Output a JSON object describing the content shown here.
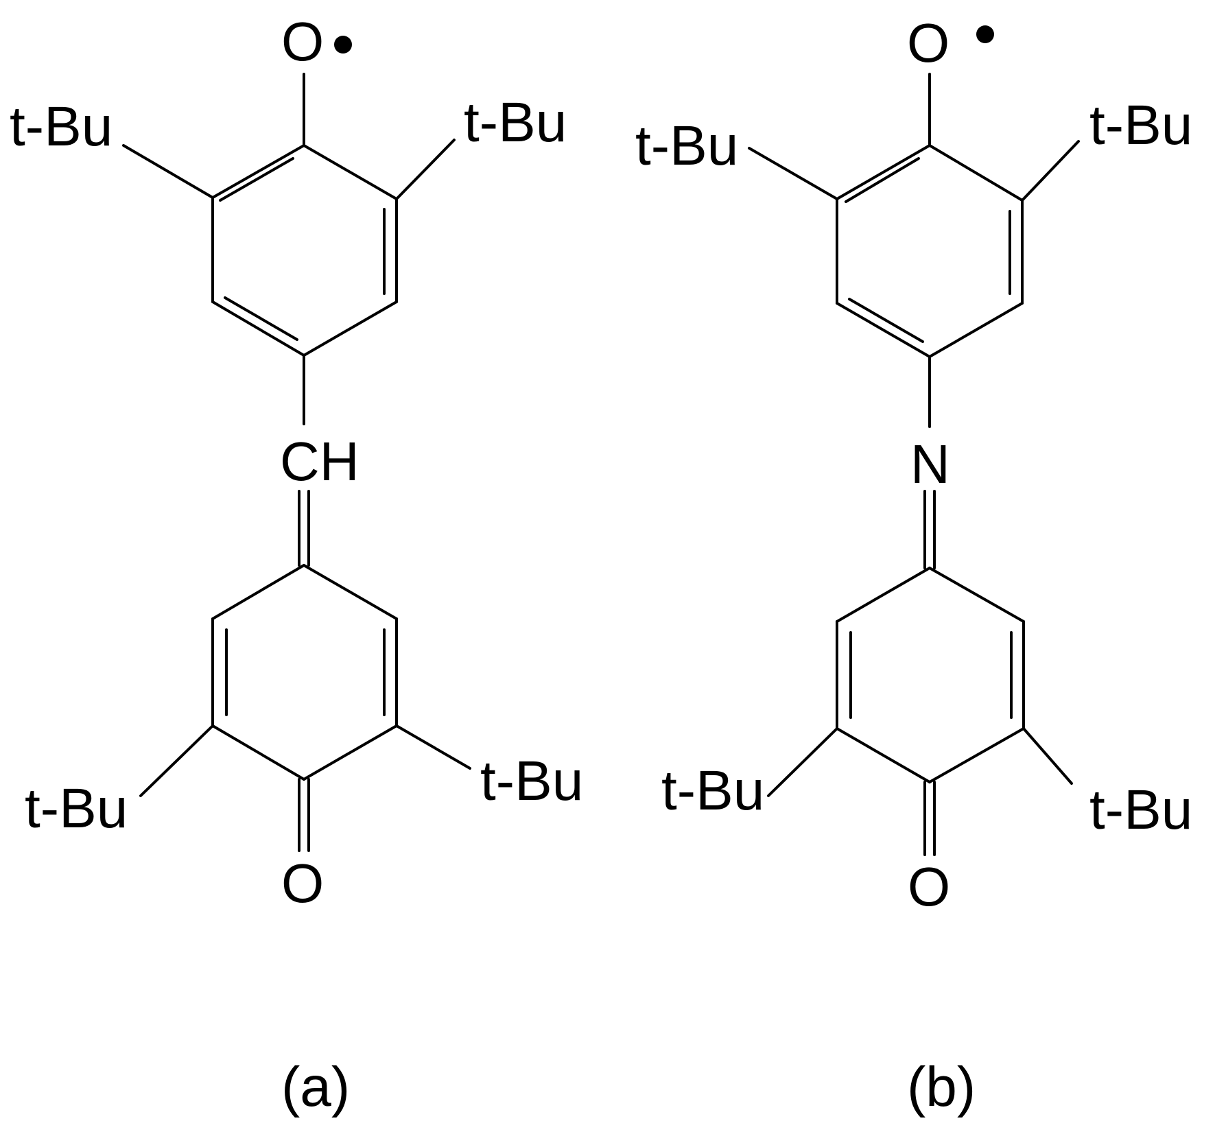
{
  "structures": [
    {
      "caption": "(a)",
      "radical_oxygen": "O",
      "linker": "CH",
      "carbonyl_oxygen": "O",
      "substituents": [
        "t-Bu",
        "t-Bu",
        "t-Bu",
        "t-Bu"
      ]
    },
    {
      "caption": "(b)",
      "radical_oxygen": "O",
      "linker": "N",
      "carbonyl_oxygen": "O",
      "substituents": [
        "t-Bu",
        "t-Bu",
        "t-Bu",
        "t-Bu"
      ]
    }
  ],
  "colors": {
    "ink": "#000000",
    "background": "#ffffff"
  }
}
